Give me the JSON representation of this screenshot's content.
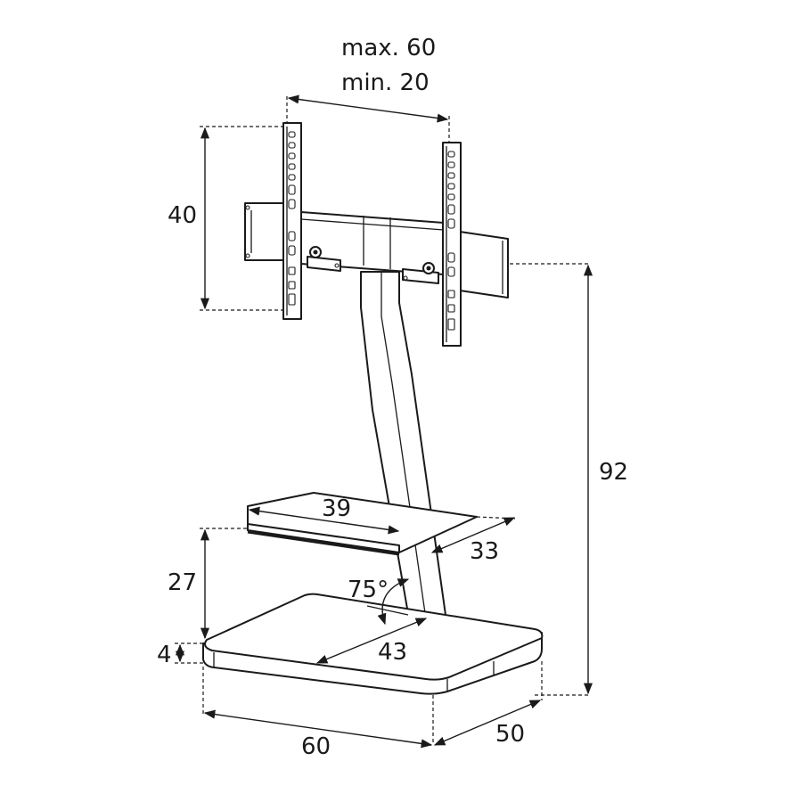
{
  "labels": {
    "width_max": "max. 60",
    "width_min": "min. 20",
    "bracket_height": "40",
    "total_height": "92",
    "shelf_width": "39",
    "shelf_depth": "33",
    "shelf_height": "27",
    "base_thickness": "4",
    "angle": "75°",
    "column_depth": "43",
    "base_width": "60",
    "base_depth": "50"
  }
}
